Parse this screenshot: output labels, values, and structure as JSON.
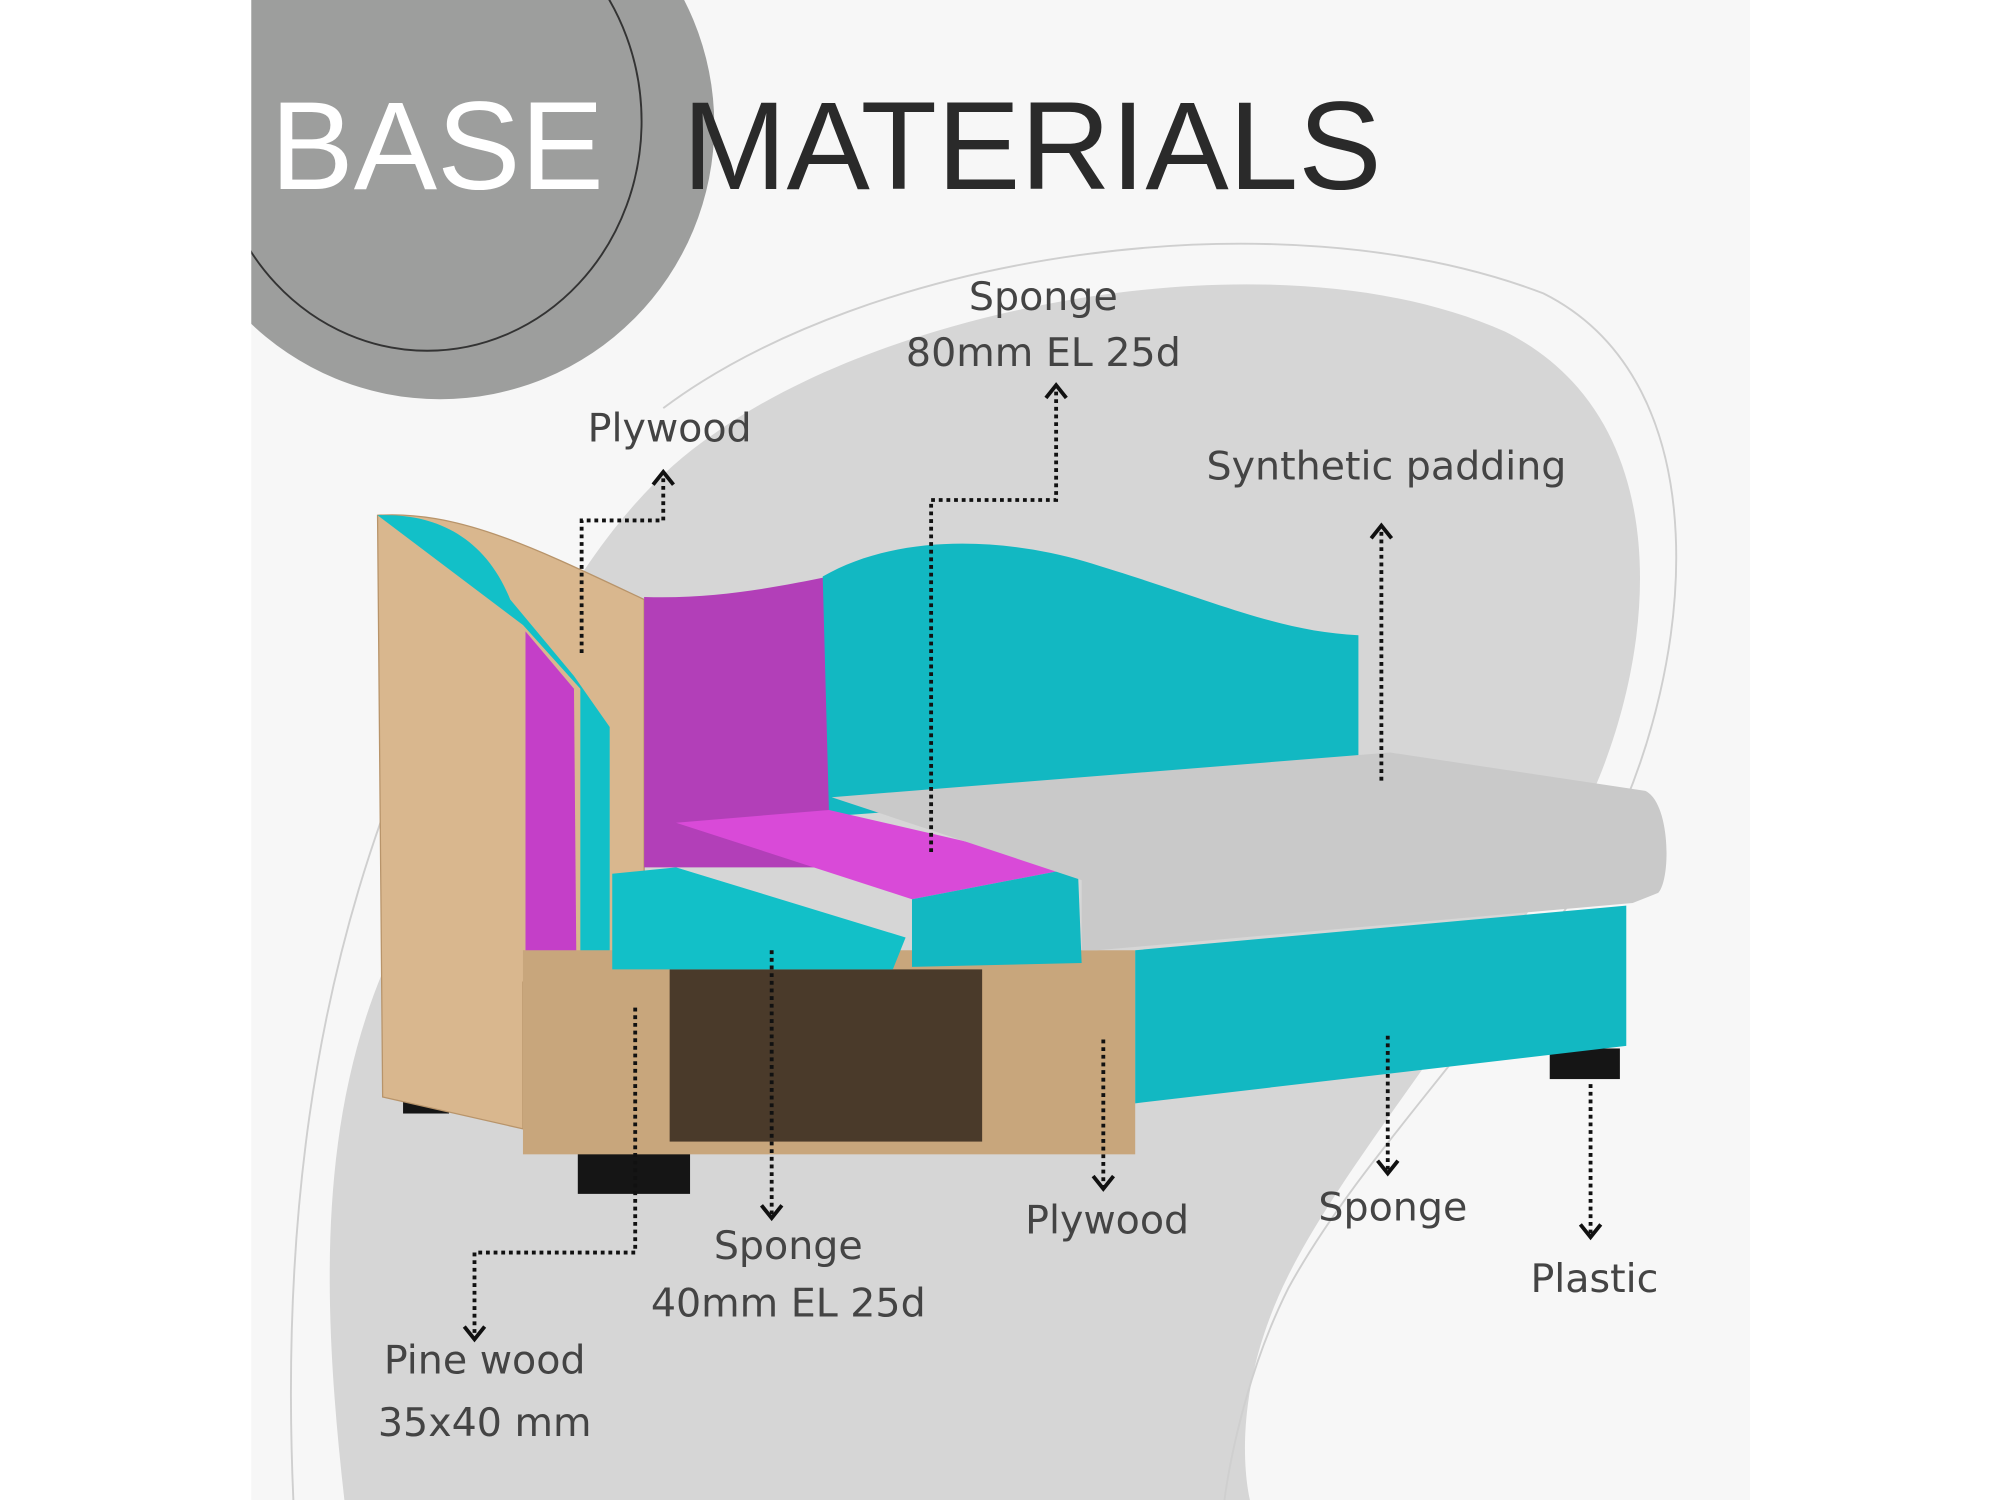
{
  "title": {
    "word1": "BASE",
    "word2": "MATERIALS"
  },
  "colors": {
    "teal": "#12c0c8",
    "magenta": "#c43fc8",
    "wood": "#d9b78e",
    "padding": "#c9c9c9",
    "circle": "#9d9e9d",
    "blob": "#d6d6d6"
  },
  "labels": {
    "sponge_top": {
      "line1": "Sponge",
      "line2": "80mm EL 25d"
    },
    "plywood_top": "Plywood",
    "synthetic_padding": "Synthetic padding",
    "sponge_bottom": {
      "line1": "Sponge",
      "line2": "40mm EL 25d"
    },
    "plywood_bottom": "Plywood",
    "sponge_side": "Sponge",
    "plastic": "Plastic",
    "pine_wood": {
      "line1": "Pine wood",
      "line2": "35x40 mm"
    }
  }
}
